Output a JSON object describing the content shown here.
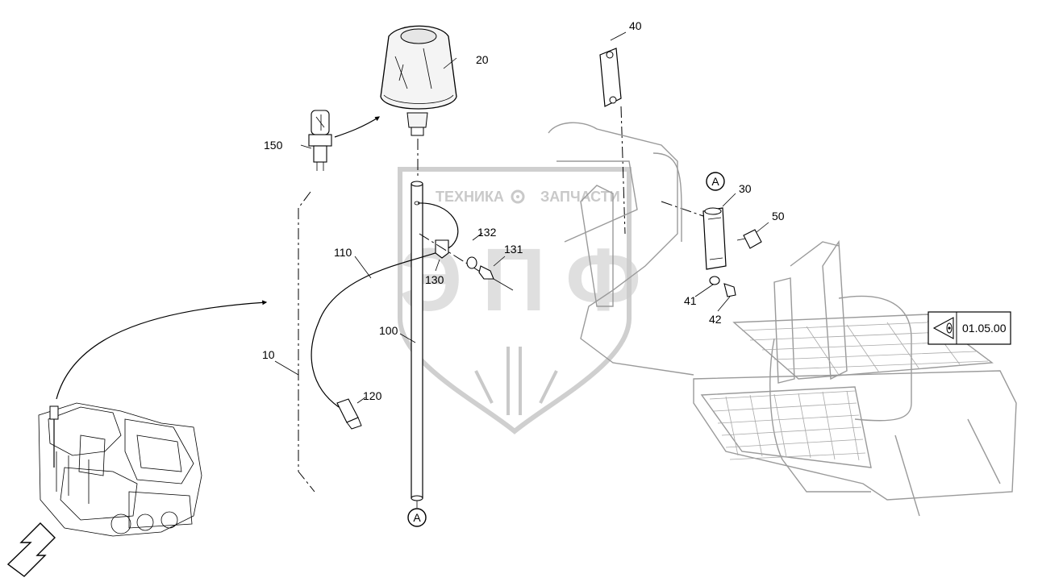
{
  "callouts": {
    "c10": "10",
    "c20": "20",
    "c30": "30",
    "c40": "40",
    "c41": "41",
    "c42": "42",
    "c50": "50",
    "c100": "100",
    "c110": "110",
    "c120": "120",
    "c130": "130",
    "c131": "131",
    "c132": "132",
    "c150": "150"
  },
  "markers": {
    "top": "A",
    "bottom": "A"
  },
  "reference_box": {
    "icon": "eye-icon",
    "page": "01.05.00"
  },
  "watermark": {
    "left": "ТЕХНИКА",
    "right": "ЗАПЧАСТИ",
    "logo": "ЭПФ"
  }
}
